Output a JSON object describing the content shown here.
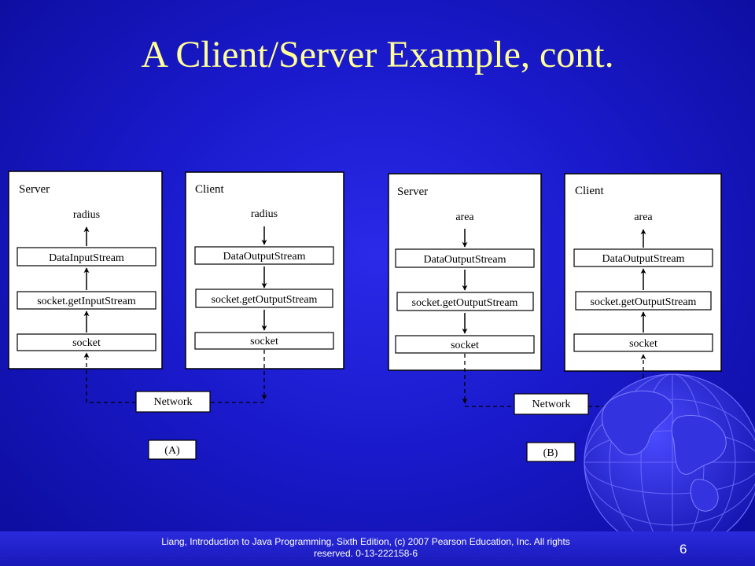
{
  "slide": {
    "title": "A Client/Server Example, cont.",
    "footer": "Liang, Introduction to Java Programming, Sixth Edition, (c) 2007 Pearson Education, Inc. All rights reserved. 0-13-222158-6",
    "page_number": "6"
  },
  "diagram_a": {
    "server": {
      "heading": "Server",
      "data": "radius",
      "stream": "DataInputStream",
      "socket_stream": "socket.getInputStream",
      "socket": "socket"
    },
    "client": {
      "heading": "Client",
      "data": "radius",
      "stream": "DataOutputStream",
      "socket_stream": "socket.getOutputStream",
      "socket": "socket"
    },
    "network": "Network",
    "label": "(A)"
  },
  "diagram_b": {
    "server": {
      "heading": "Server",
      "data": "area",
      "stream": "DataOutputStream",
      "socket_stream": "socket.getOutputStream",
      "socket": "socket"
    },
    "client": {
      "heading": "Client",
      "data": "area",
      "stream": "DataOutputStream",
      "socket_stream": "socket.getOutputStream",
      "socket": "socket"
    },
    "network": "Network",
    "label": "(B)"
  },
  "colors": {
    "title": "#ffff99",
    "background": "#1a1acc"
  }
}
